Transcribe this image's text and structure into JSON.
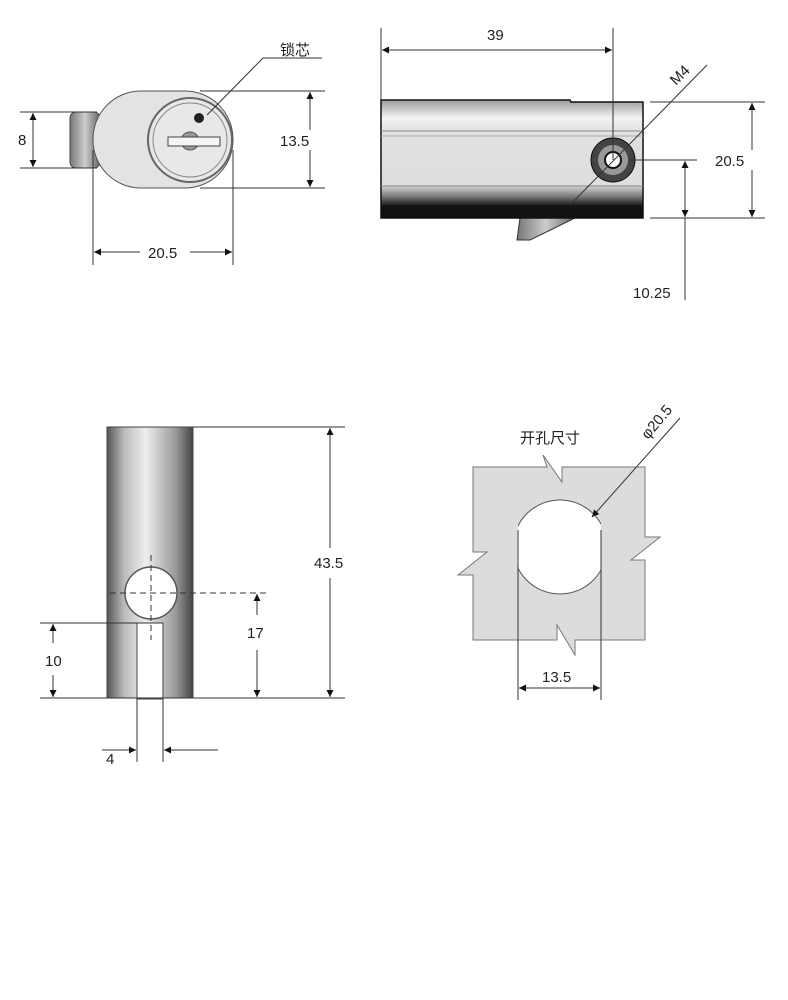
{
  "front_view": {
    "callout": "锁芯",
    "dim_stub_height": "8",
    "dim_body_height": "13.5",
    "dim_body_width": "20.5"
  },
  "side_view": {
    "dim_length": "39",
    "dim_thread": "M4",
    "dim_height": "20.5",
    "dim_hole_height": "10.25"
  },
  "bottom_view": {
    "dim_total_height": "43.5",
    "dim_hole_center": "17",
    "dim_slot_height": "10",
    "dim_slot_width": "4"
  },
  "cutout_view": {
    "title": "开孔尺寸",
    "dim_diameter": "φ20.5",
    "dim_flat_width": "13.5"
  },
  "colors": {
    "line": "#222222",
    "cutout_fill": "#dcdcdc"
  }
}
